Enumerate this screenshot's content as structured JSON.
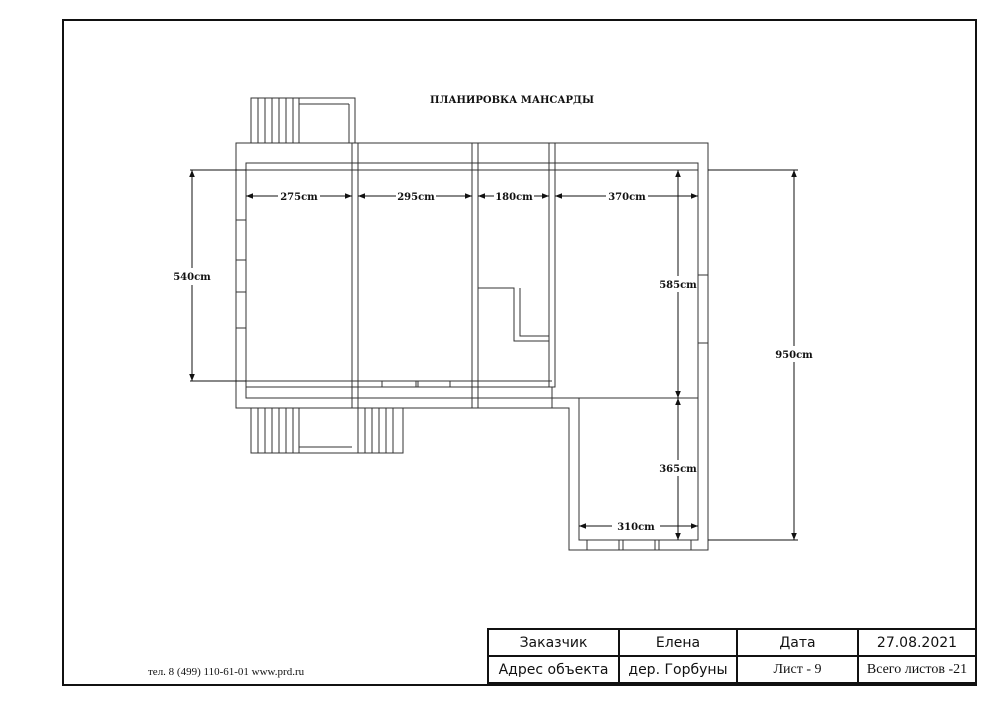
{
  "plan": {
    "title": "ПЛАНИРОВКА МАНСАРДЫ",
    "dimensions": {
      "room1_width": "275cm",
      "room2_width": "295cm",
      "room3_width": "180cm",
      "room4_width": "370cm",
      "left_height": "540cm",
      "right_upper_height": "585cm",
      "right_lower_height": "365cm",
      "total_height": "950cm",
      "bottom_width": "310cm"
    }
  },
  "footer": {
    "contact": "тел. 8 (499) 110-61-01  www.prd.ru"
  },
  "title_block": {
    "customer_label": "Заказчик",
    "customer_value": "Елена",
    "date_label": "Дата",
    "date_value": "27.08.2021",
    "address_label": "Адрес объекта",
    "address_value": "дер. Горбуны",
    "sheet_label": "Лист  - 9",
    "total_sheets": "Всего листов -21"
  }
}
